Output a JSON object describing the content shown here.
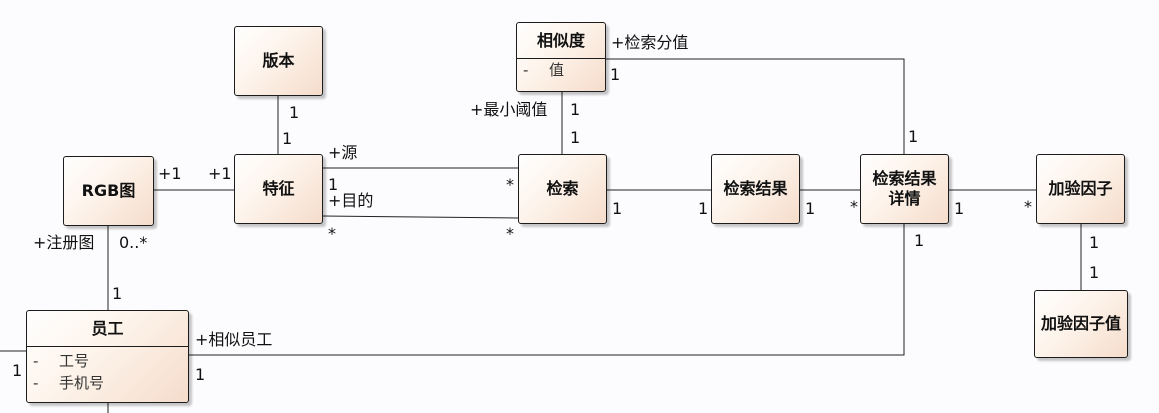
{
  "classes": {
    "version": {
      "name": "版本"
    },
    "similarity": {
      "name": "相似度",
      "attributes": [
        {
          "visibility": "-",
          "name": "值"
        }
      ]
    },
    "rgb": {
      "name": "RGB图"
    },
    "feature": {
      "name": "特征"
    },
    "search": {
      "name": "检索"
    },
    "result": {
      "name": "检索结果"
    },
    "detail": {
      "name": "检索结果\n详情"
    },
    "factor": {
      "name": "加验因子"
    },
    "factor_val": {
      "name": "加验因子值"
    },
    "employee": {
      "name": "员工",
      "attributes": [
        {
          "visibility": "-",
          "name": "工号"
        },
        {
          "visibility": "-",
          "name": "手机号"
        }
      ]
    }
  },
  "labels": {
    "ver_feat_top": "1",
    "ver_feat_bot": "1",
    "sim_score_role": "+检索分值",
    "sim_score_mult": "1",
    "detail_sim_mult": "1",
    "min_threshold_role": "+最小阈值",
    "sim_search_top": "1",
    "sim_search_bot": "1",
    "rgb_feat_left": "+1",
    "rgb_feat_right": "+1",
    "source_role": "+源",
    "source_feat_mult": "1",
    "source_search_mult": "*",
    "target_role": "+目的",
    "target_feat_mult": "*",
    "target_search_mult": "*",
    "search_result_left": "1",
    "search_result_right": "1",
    "result_detail_left": "1",
    "result_detail_right": "*",
    "detail_factor_left": "1",
    "detail_factor_right": "*",
    "factor_val_top": "1",
    "factor_val_bot": "1",
    "registered_role": "+注册图",
    "registered_mult": "0..*",
    "rgb_emp_mult": "1",
    "similar_emp_role": "+相似员工",
    "similar_emp_mult": "1",
    "detail_emp_mult": "1",
    "left_edge_mult": "1"
  }
}
